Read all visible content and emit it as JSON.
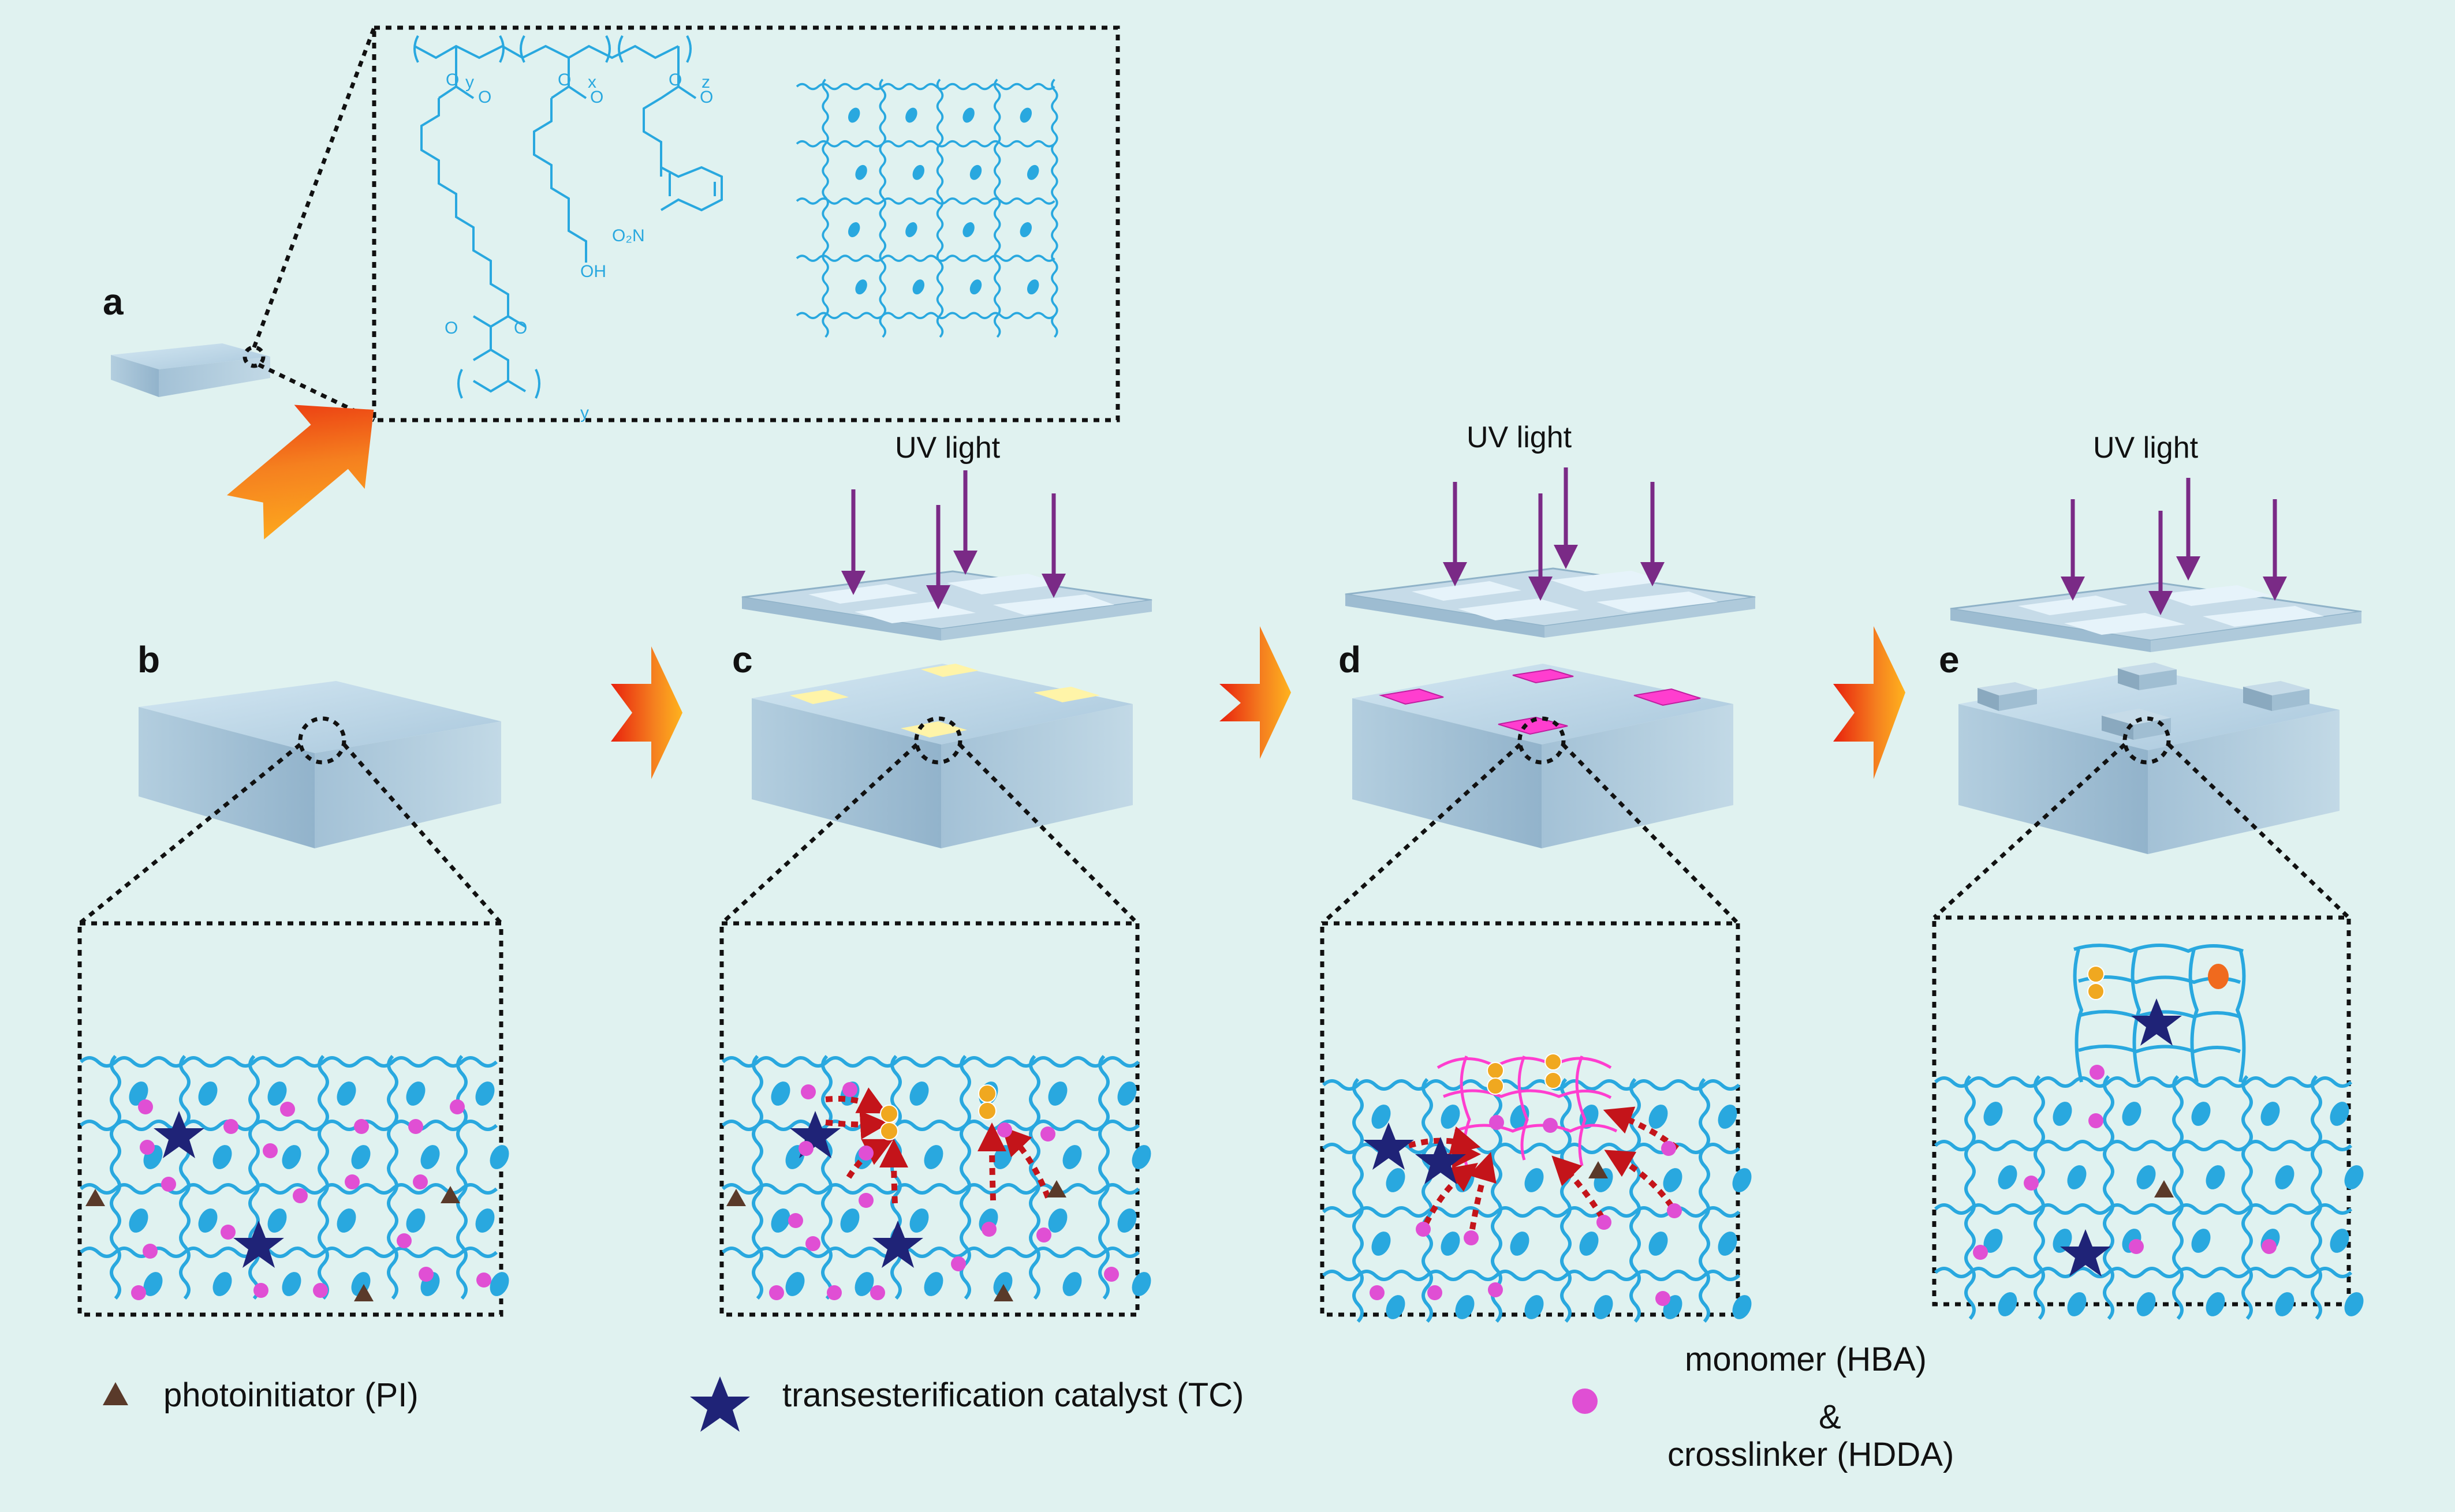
{
  "panels": {
    "a": {
      "label": "a"
    },
    "b": {
      "label": "b"
    },
    "c": {
      "label": "c",
      "uv_label": "UV light"
    },
    "d": {
      "label": "d",
      "uv_label": "UV light"
    },
    "e": {
      "label": "e",
      "uv_label": "UV light"
    }
  },
  "chem": {
    "sub_y1": "y",
    "sub_x": "x",
    "sub_z": "z",
    "sub_y2": "y",
    "o": "O",
    "oh": "OH",
    "no2": "O₂N"
  },
  "legend": {
    "pi": "photoinitiator (PI)",
    "tc": "transesterification catalyst (TC)",
    "monomer": "monomer (HBA)",
    "amp": "&",
    "crosslinker": "crosslinker (HDDA)"
  },
  "colors": {
    "background": "#e0f2f0",
    "network": "#29a8df",
    "star": "#1f2377",
    "monomer": "#e04fd4",
    "photoinitiator": "#5a3a2a",
    "uv_arrow": "#7a2a86",
    "process_arrow": "#f06a1e",
    "patterned": "#ff3ecf",
    "exposed": "#fff4a8",
    "reaction_arrow": "#c4141a",
    "radical": "#f0a820"
  }
}
